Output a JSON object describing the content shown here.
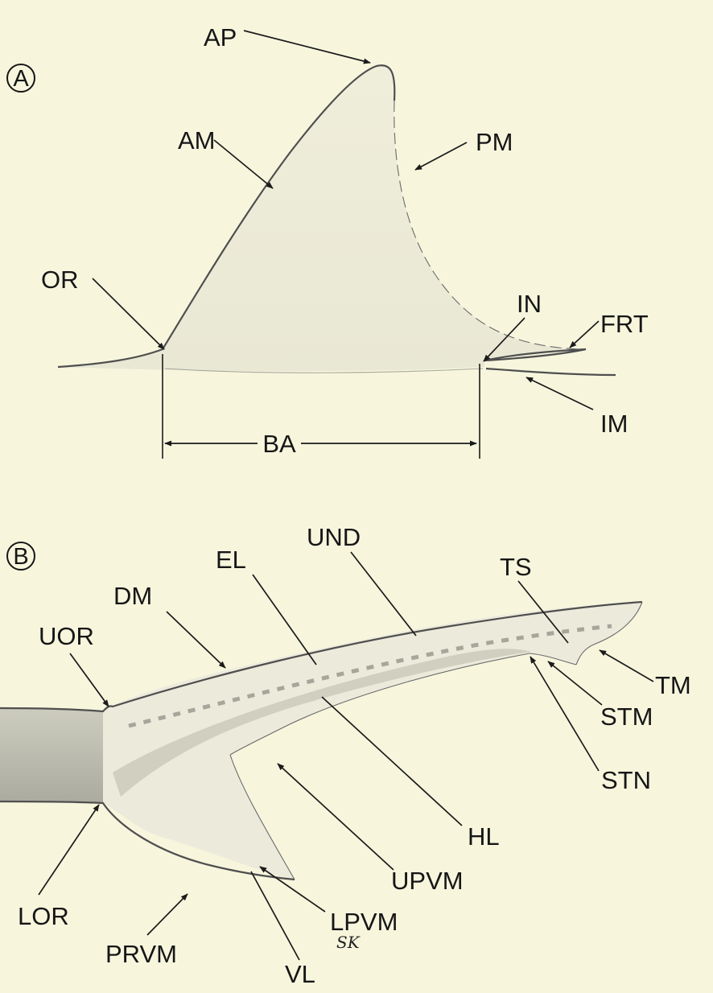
{
  "panel_a": {
    "marker": "A",
    "labels": {
      "ap": "AP",
      "am": "AM",
      "pm": "PM",
      "or": "OR",
      "in": "IN",
      "frt": "FRT",
      "im": "IM",
      "ba": "BA"
    }
  },
  "panel_b": {
    "marker": "B",
    "labels": {
      "und": "UND",
      "el": "EL",
      "ts": "TS",
      "dm": "DM",
      "uor": "UOR",
      "tm": "TM",
      "stm": "STM",
      "stn": "STN",
      "hl": "HL",
      "upvm": "UPVM",
      "lor": "LOR",
      "lpvm": "LPVM",
      "prvm": "PRVM",
      "vl": "VL"
    }
  },
  "signature": "SK",
  "colors": {
    "background": "#f7f6dd",
    "fin_fill": "#efeedb",
    "outline": "#4f4f4f",
    "ink": "#161616"
  }
}
